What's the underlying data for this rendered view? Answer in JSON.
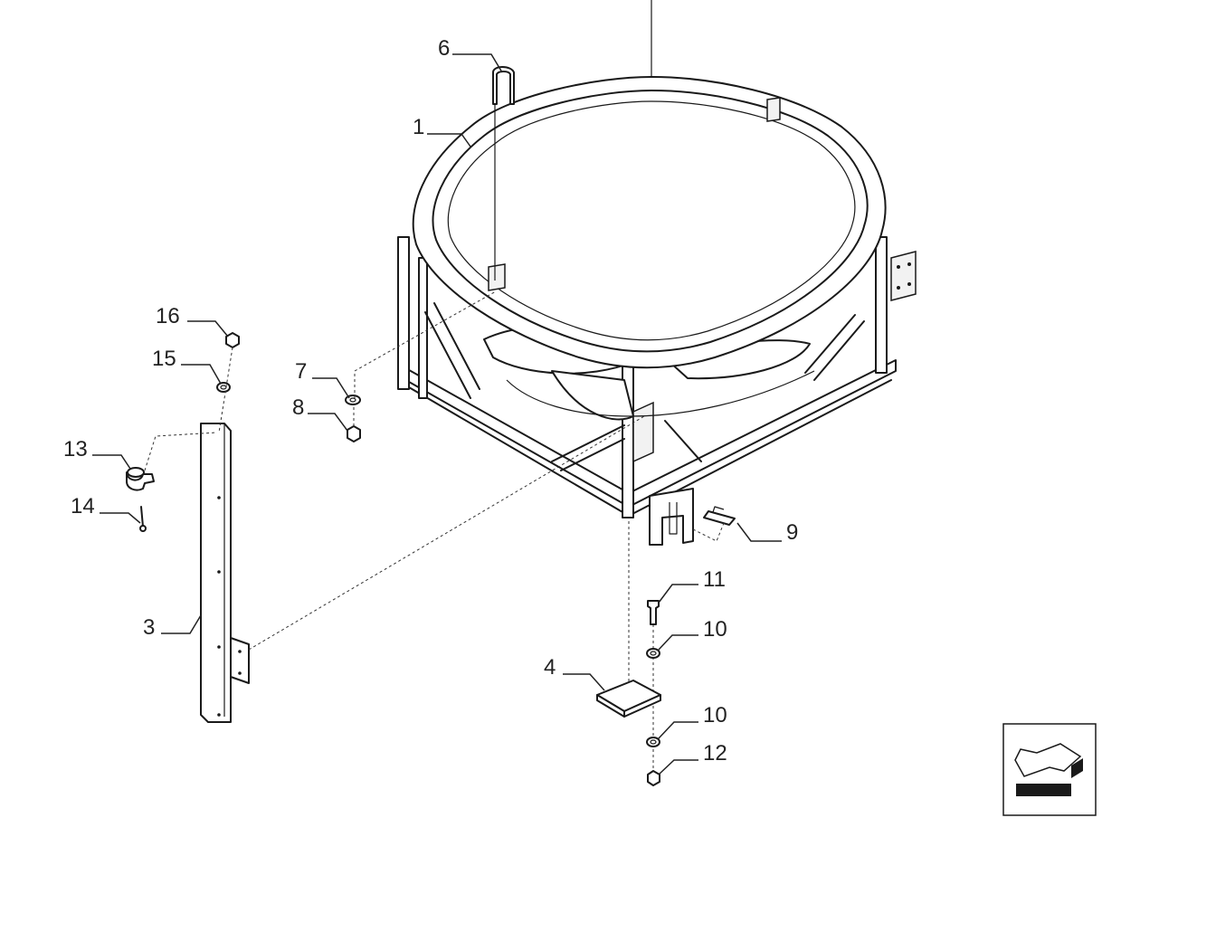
{
  "diagram": {
    "type": "exploded-parts-view",
    "callouts": [
      "1",
      "3",
      "4",
      "6",
      "7",
      "8",
      "9",
      "10",
      "10",
      "11",
      "12",
      "13",
      "14",
      "15",
      "16"
    ]
  },
  "nav_icon": {
    "name": "view-orientation-arrow-icon"
  }
}
